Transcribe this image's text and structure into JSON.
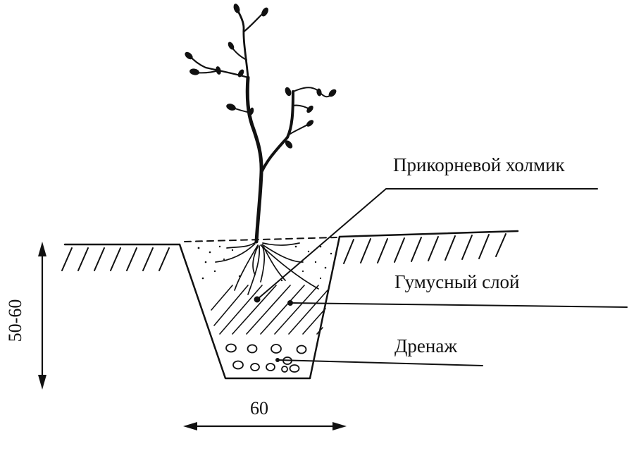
{
  "labels": {
    "root_mound": "Прикорневой холмик",
    "humus_layer": "Гумусный слой",
    "drainage": "Дренаж"
  },
  "dimensions": {
    "depth": "50-60",
    "width": "60"
  },
  "colors": {
    "ink": "#111111",
    "background": "#ffffff"
  }
}
